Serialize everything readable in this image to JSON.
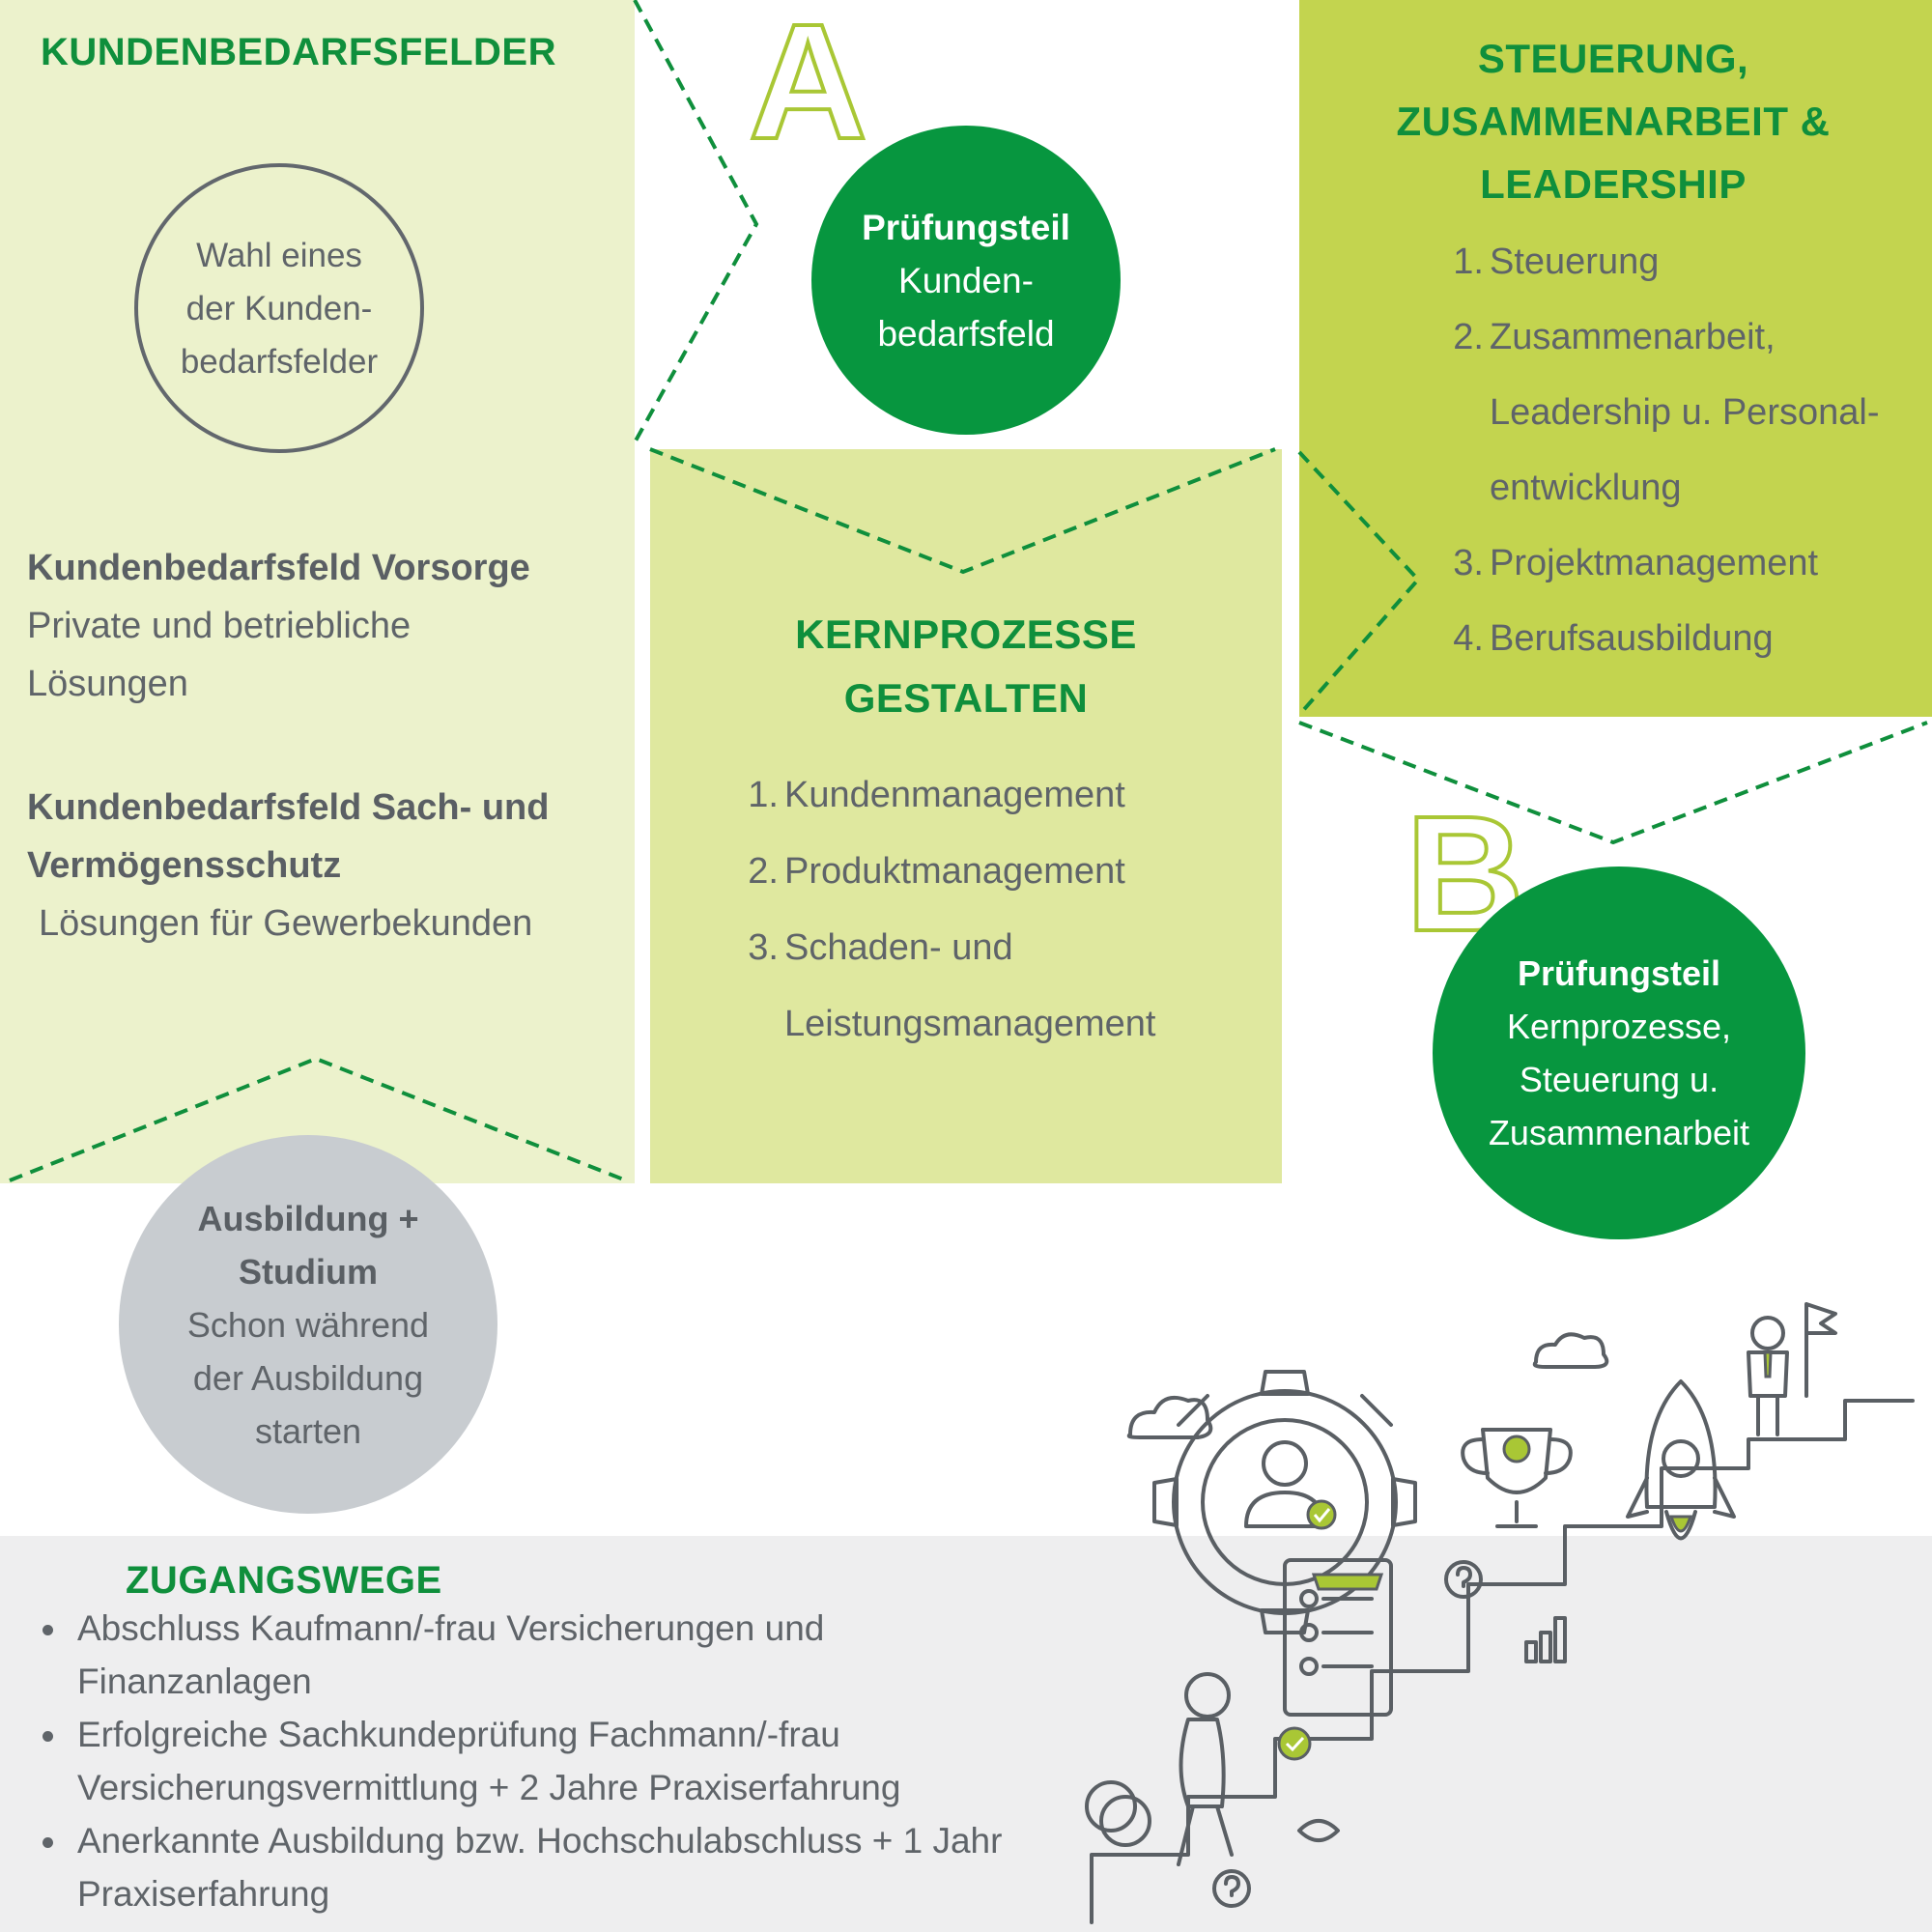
{
  "colors": {
    "dark_green": "#0f8f3c",
    "circle_green": "#07963f",
    "panel_light": "#ecf2cc",
    "panel_mid": "#dfe89f",
    "panel_strong": "#c3d44f",
    "grey_text": "#5f6469",
    "grey_circle": "#c8ccd0",
    "grey_band": "#eeeeef"
  },
  "kundenbedarfsfelder": {
    "title": "KUNDENBEDARFSFELDER",
    "circle_lines": [
      "Wahl eines",
      "der Kunden-",
      "bedarfsfelder"
    ],
    "vorsorge_title": "Kundenbedarfsfeld Vorsorge",
    "vorsorge_lines": [
      "Private und betriebliche",
      "Lösungen"
    ],
    "sach_title_lines": [
      "Kundenbedarfsfeld Sach- und",
      "Vermögensschutz"
    ],
    "sach_text": "Lösungen für Gewerbekunden"
  },
  "pruefung_a": {
    "letter": "A",
    "title": "Prüfungsteil",
    "lines": [
      "Kunden-",
      "bedarfsfeld"
    ]
  },
  "kernprozesse": {
    "title_lines": [
      "KERNPROZESSE",
      "GESTALTEN"
    ],
    "items": [
      {
        "num": "1.",
        "lines": [
          "Kundenmanagement"
        ]
      },
      {
        "num": "2.",
        "lines": [
          "Produktmanagement"
        ]
      },
      {
        "num": "3.",
        "lines": [
          "Schaden- und",
          "Leistungsmanagement"
        ]
      }
    ]
  },
  "steuerung": {
    "title_lines": [
      "STEUERUNG,",
      "ZUSAMMENARBEIT &",
      "LEADERSHIP"
    ],
    "items": [
      {
        "num": "1.",
        "lines": [
          "Steuerung"
        ]
      },
      {
        "num": "2.",
        "lines": [
          "Zusammenarbeit,",
          "Leadership u. Personal-",
          "entwicklung"
        ]
      },
      {
        "num": "3.",
        "lines": [
          "Projektmanagement"
        ]
      },
      {
        "num": "4.",
        "lines": [
          "Berufsausbildung"
        ]
      }
    ]
  },
  "pruefung_b": {
    "letter": "B",
    "title": "Prüfungsteil",
    "lines": [
      "Kernprozesse,",
      "Steuerung u.",
      "Zusammenarbeit"
    ]
  },
  "ausbildung": {
    "title_lines": [
      "Ausbildung +",
      "Studium"
    ],
    "lines": [
      "Schon während",
      "der Ausbildung",
      "starten"
    ]
  },
  "zugangswege": {
    "title": "ZUGANGSWEGE",
    "items": [
      [
        "Abschluss Kaufmann/-frau Versicherungen und",
        "Finanzanlagen"
      ],
      [
        "Erfolgreiche Sachkundeprüfung Fachmann/-frau",
        "Versicherungsvermittlung + 2 Jahre Praxiserfahrung"
      ],
      [
        "Anerkannte Ausbildung bzw. Hochschulabschluss + 1 Jahr",
        "Praxiserfahrung"
      ]
    ]
  },
  "illustration": {
    "icons": [
      "gear-icon",
      "person-icon",
      "trophy-icon",
      "rocket-icon",
      "flag-icon",
      "cloud-icon",
      "clipboard-icon",
      "question-icon",
      "bar-chart-icon",
      "eye-icon"
    ]
  }
}
